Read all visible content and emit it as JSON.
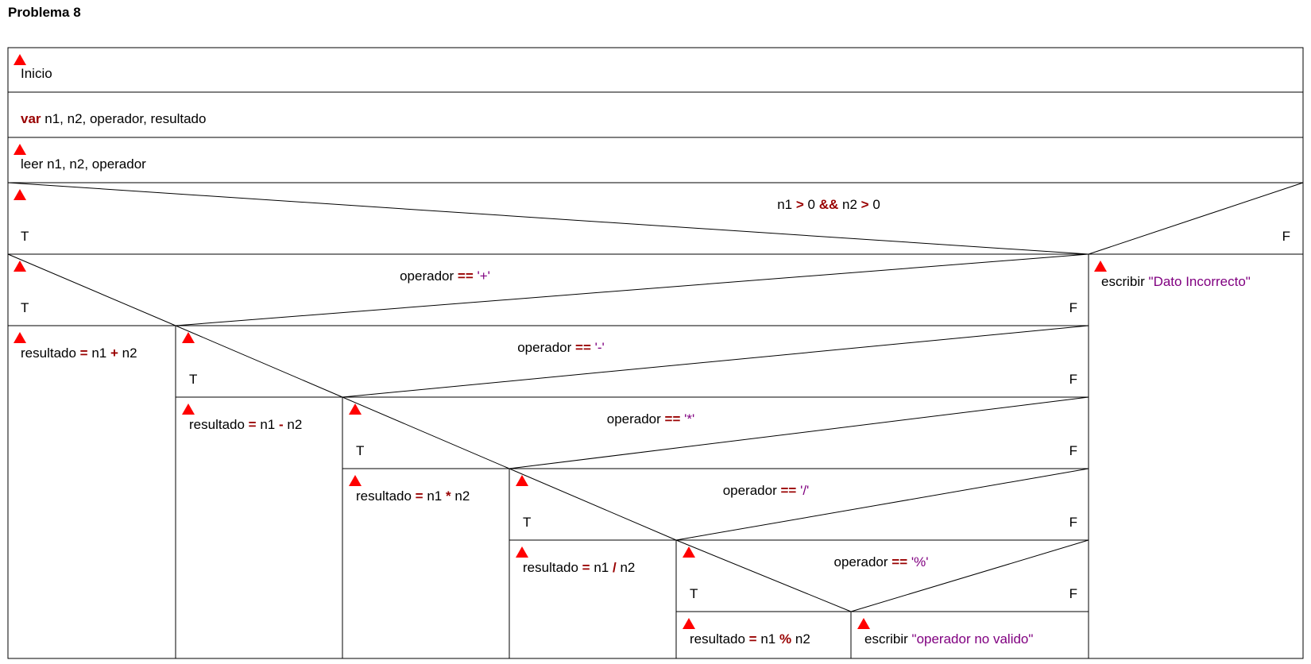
{
  "title": "Problema 8",
  "start": "Inicio",
  "declaration": {
    "keyword": "var",
    "vars": "n1, n2, operador, resultado"
  },
  "input": "leer n1, n2, operador",
  "true_label": "T",
  "false_label": "F",
  "outer_condition": {
    "left": "n1",
    "op1": ">",
    "mid1": "0",
    "and": "&&",
    "mid2": "n2",
    "op2": ">",
    "right": "0"
  },
  "outer_false_action": {
    "prefix": "escribir",
    "text": "\"Dato Incorrecto\""
  },
  "cases": [
    {
      "condition_var": "operador",
      "condition_op": "==",
      "condition_value": "'+'",
      "action": {
        "target": "resultado",
        "assign": "=",
        "a": "n1",
        "op": "+",
        "b": "n2"
      }
    },
    {
      "condition_var": "operador",
      "condition_op": "==",
      "condition_value": "'-'",
      "action": {
        "target": "resultado",
        "assign": "=",
        "a": "n1",
        "op": "-",
        "b": "n2"
      }
    },
    {
      "condition_var": "operador",
      "condition_op": "==",
      "condition_value": "'*'",
      "action": {
        "target": "resultado",
        "assign": "=",
        "a": "n1",
        "op": "*",
        "b": "n2"
      }
    },
    {
      "condition_var": "operador",
      "condition_op": "==",
      "condition_value": "'/'",
      "action": {
        "target": "resultado",
        "assign": "=",
        "a": "n1",
        "op": "/",
        "b": "n2"
      }
    },
    {
      "condition_var": "operador",
      "condition_op": "==",
      "condition_value": "'%'",
      "action": {
        "target": "resultado",
        "assign": "=",
        "a": "n1",
        "op": "%",
        "b": "n2"
      }
    }
  ],
  "default_action": {
    "prefix": "escribir",
    "text": "\"operador no valido\""
  },
  "colors": {
    "keyword": "#990000",
    "string": "#800080",
    "marker": "#ff0000"
  }
}
